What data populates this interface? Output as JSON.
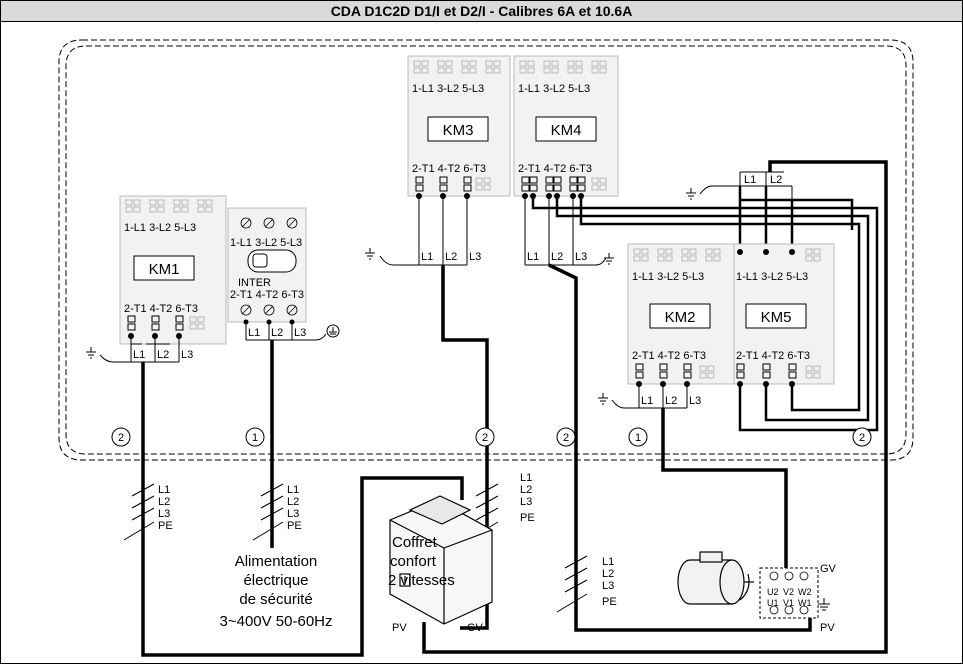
{
  "title": "CDA D1C2D D1/I et D2/I - Calibres 6A et 10.6A",
  "contactors": {
    "km1": {
      "name": "KM1",
      "inputs": "1-L1 3-L2 5-L3",
      "outputs": "2-T1 4-T2 6-T3"
    },
    "km2": {
      "name": "KM2",
      "inputs": "1-L1 3-L2 5-L3",
      "outputs": "2-T1 4-T2 6-T3"
    },
    "km3": {
      "name": "KM3",
      "inputs": "1-L1 3-L2 5-L3",
      "outputs": "2-T1 4-T2 6-T3"
    },
    "km4": {
      "name": "KM4",
      "inputs": "1-L1 3-L2 5-L3",
      "outputs": "2-T1 4-T2 6-T3"
    },
    "km5": {
      "name": "KM5",
      "inputs": "1-L1 3-L2 5-L3",
      "outputs": "2-T1 4-T2 6-T3"
    },
    "inter": {
      "name": "INTER",
      "inputs": "1-L1 3-L2 5-L3",
      "outputs": "2-T1 4-T2 6-T3"
    }
  },
  "terminals": {
    "l1": "L1",
    "l2": "L2",
    "l3": "L3"
  },
  "cable_markers": {
    "c1": "2",
    "c2": "1",
    "c3": "2",
    "c4": "2",
    "c5": "1",
    "c6": "2"
  },
  "cable_labels": {
    "l1": "L1",
    "l2": "L2",
    "l3": "L3",
    "pe": "PE"
  },
  "power_supply": {
    "line1": "Alimentation",
    "line2": "électrique",
    "line3": "de sécurité",
    "line4": "3~400V 50-60Hz"
  },
  "box": {
    "line1": "Coffret",
    "line2": "confort",
    "line3": "2 vitesses"
  },
  "pv_label": "PV",
  "gv_label": "GV",
  "motor_terminals": {
    "u2": "U2",
    "v2": "V2",
    "w2": "W2",
    "u1": "U1",
    "v1": "V1",
    "w1": "W1"
  }
}
